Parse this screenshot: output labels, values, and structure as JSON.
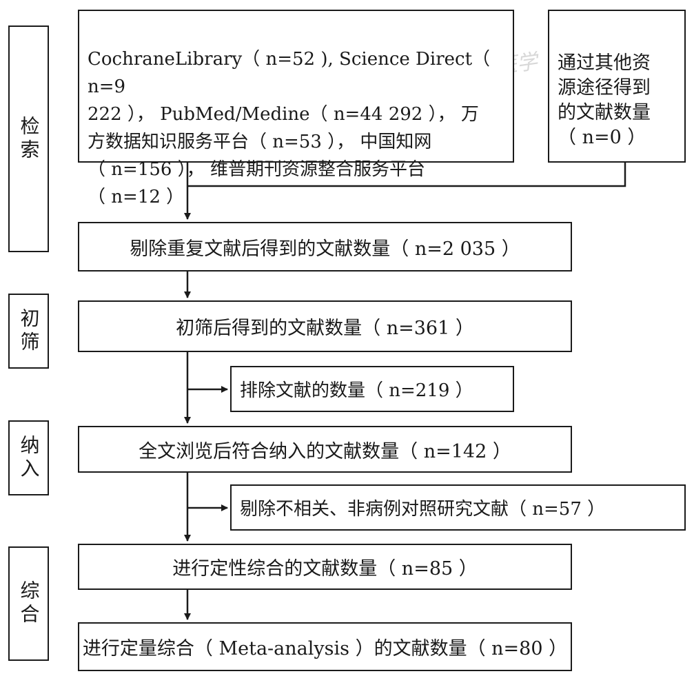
{
  "stages": {
    "search": "检索",
    "screening": "初筛",
    "inclusion": "纳入",
    "synthesis": "综合"
  },
  "boxes": {
    "databases": "CochraneLibrary（ n=52 ), Science Direct（ n=9\n222 ）， PubMed/Medine（ n=44 292 ），  万\n方数据知识服务平台（ n=53 ）， 中国知网\n（ n=156 ）， 维普期刊资源整合服务平台\n（ n=12 ）",
    "other_sources": "通过其他资\n源途径得到\n的文献数量\n（ n=0 ）",
    "after_dedup": "剔除重复文献后得到的文献数量（ n=2 035 ）",
    "after_screening": "初筛后得到的文献数量（ n=361 ）",
    "excluded_1": "排除文献的数量（ n=219 ）",
    "full_text": "全文浏览后符合纳入的文献数量（ n=142 ）",
    "excluded_2": "剔除不相关、非病例对照研究文献（ n=57 ）",
    "qualitative": "进行定性综合的文献数量（ n=85 ）",
    "quantitative": "进行定量综合（ Meta-analysis ）的文献数量（ n=80 ）"
  },
  "watermark": "中华医学"
}
